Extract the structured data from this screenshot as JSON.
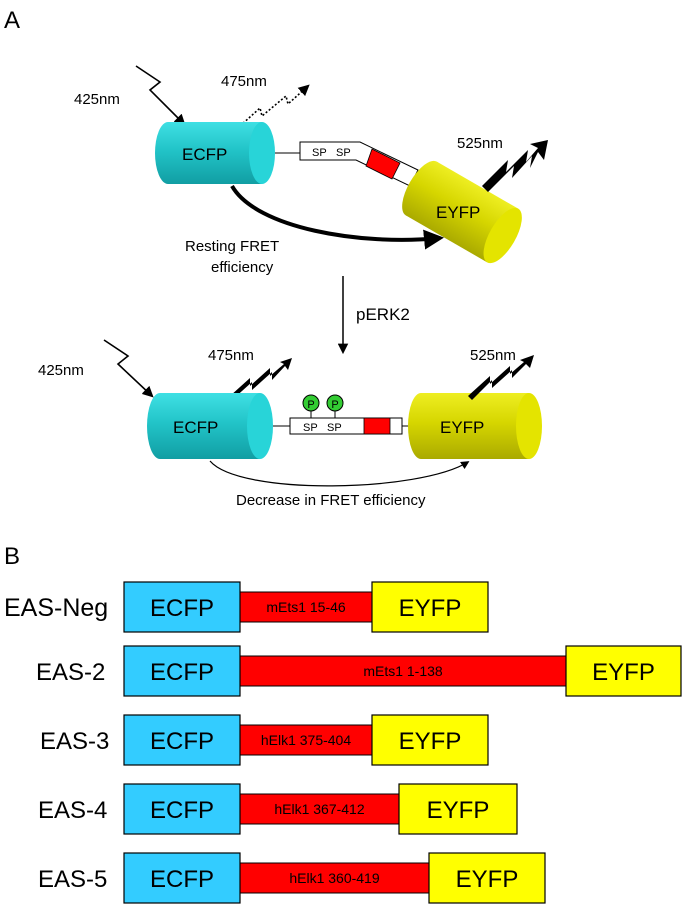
{
  "panel_a": {
    "label": "A",
    "top": {
      "excitation": "425nm",
      "donor_emission": "475nm",
      "acceptor_emission": "525nm",
      "donor": "ECFP",
      "acceptor": "EYFP",
      "sp1": "SP",
      "sp2": "SP",
      "fret_note_line1": "Resting FRET",
      "fret_note_line2": "efficiency"
    },
    "arrow_label": "pERK2",
    "bottom": {
      "excitation": "425nm",
      "donor_emission": "475nm",
      "acceptor_emission": "525nm",
      "donor": "ECFP",
      "acceptor": "EYFP",
      "sp1": "SP",
      "sp2": "SP",
      "phospho1": "P",
      "phospho2": "P",
      "fret_note": "Decrease in FRET efficiency"
    }
  },
  "panel_b": {
    "label": "B",
    "constructs": [
      {
        "name": "EAS-Neg",
        "donor": "ECFP",
        "linker": "mEts1 15-46",
        "acceptor": "EYFP"
      },
      {
        "name": "EAS-2",
        "donor": "ECFP",
        "linker": "mEts1 1-138",
        "acceptor": "EYFP"
      },
      {
        "name": "EAS-3",
        "donor": "ECFP",
        "linker": "hElk1 375-404",
        "acceptor": "EYFP"
      },
      {
        "name": "EAS-4",
        "donor": "ECFP",
        "linker": "hElk1 367-412",
        "acceptor": "EYFP"
      },
      {
        "name": "EAS-5",
        "donor": "ECFP",
        "linker": "hElk1 360-419",
        "acceptor": "EYFP"
      }
    ]
  },
  "colors": {
    "ecfp_box": "#33ccff",
    "eyfp_box": "#ffff00",
    "linker": "#ff0000",
    "cyan_cylinder": "#22c4c8",
    "yellow_cylinder": "#d8d800",
    "phospho": "#33cc33"
  }
}
